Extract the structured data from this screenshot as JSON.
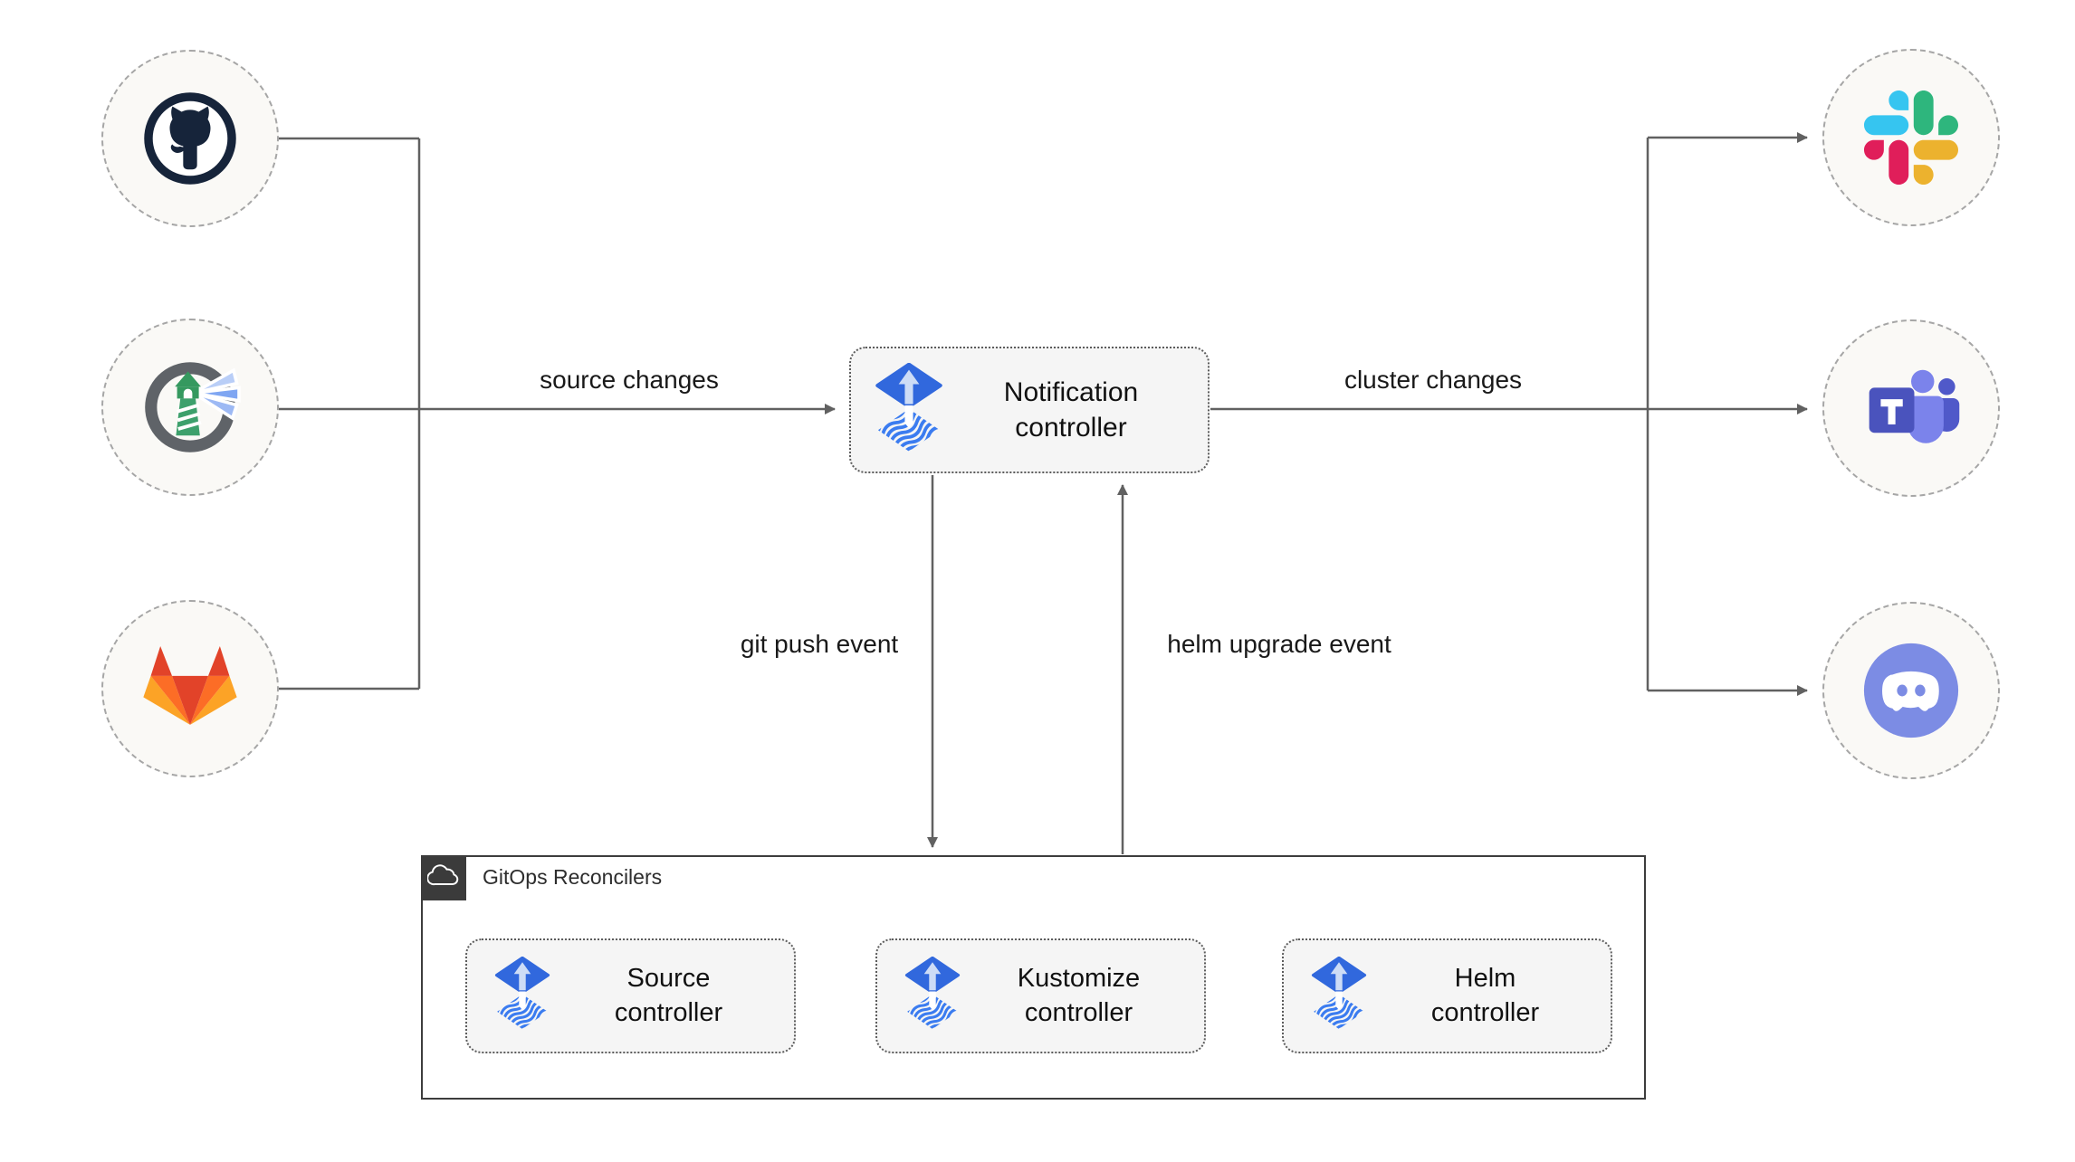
{
  "diagram": {
    "sources": [
      {
        "icon": "github-icon"
      },
      {
        "icon": "harbor-icon"
      },
      {
        "icon": "gitlab-icon"
      }
    ],
    "notifications": [
      {
        "icon": "slack-icon"
      },
      {
        "icon": "teams-icon"
      },
      {
        "icon": "discord-icon"
      }
    ],
    "notification_controller": {
      "label": "Notification\ncontroller",
      "icon": "flux-icon"
    },
    "edges": {
      "source_changes": "source changes",
      "cluster_changes": "cluster changes",
      "git_push_event": "git push event",
      "helm_upgrade_event": "helm upgrade event"
    },
    "reconcilers": {
      "title": "GitOps Reconcilers",
      "header_icon": "cloud-icon",
      "controllers": [
        {
          "label": "Source\ncontroller",
          "icon": "flux-icon"
        },
        {
          "label": "Kustomize\ncontroller",
          "icon": "flux-icon"
        },
        {
          "label": "Helm\ncontroller",
          "icon": "flux-icon"
        }
      ]
    },
    "colors": {
      "connector": "#616161",
      "flux_blue": "#3168dd",
      "flux_wave_blue": "#3b7cf0",
      "node_fill": "#faf9f6",
      "node_border": "#a6a6a6",
      "box_fill": "#f5f5f5",
      "box_border": "#5c5c5c",
      "gitops_border": "#3d3d3d",
      "gitops_header_bg": "#3b3b3b",
      "github_dark": "#16243a",
      "harbor_green": "#3da06c",
      "harbor_ring_gray": "#5f6368",
      "gitlab_red": "#e24329",
      "gitlab_orange": "#fc6d26",
      "gitlab_yellow": "#fca326",
      "slack_blue": "#36c5f0",
      "slack_green": "#2eb67d",
      "slack_red": "#e01e5a",
      "slack_yellow": "#ecb22e",
      "teams_purple": "#4a53bd",
      "teams_light_purple": "#7b83eb",
      "discord_blurple": "#7c8ce4"
    }
  }
}
